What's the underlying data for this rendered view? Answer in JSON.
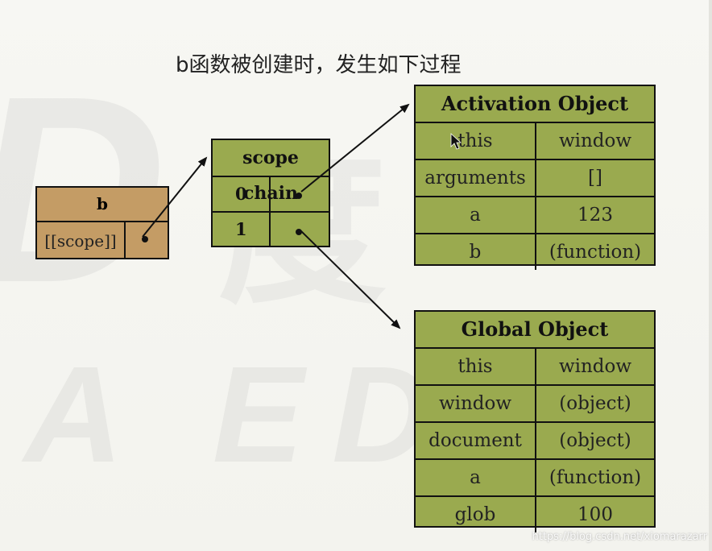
{
  "title": "b函数被创建时，发生如下过程",
  "function_box": {
    "name": "b",
    "scope_label": "[[scope]]"
  },
  "scope_chain": {
    "label": "scope chain",
    "rows": [
      "0",
      "1"
    ]
  },
  "activation_object": {
    "title": "Activation Object",
    "rows": [
      {
        "key": "this",
        "value": "window"
      },
      {
        "key": "arguments",
        "value": "[]"
      },
      {
        "key": "a",
        "value": "123"
      },
      {
        "key": "b",
        "value": "(function)"
      }
    ]
  },
  "global_object": {
    "title": "Global Object",
    "rows": [
      {
        "key": "this",
        "value": "window"
      },
      {
        "key": "window",
        "value": "(object)"
      },
      {
        "key": "document",
        "value": "(object)"
      },
      {
        "key": "a",
        "value": "(function)"
      },
      {
        "key": "glob",
        "value": "100"
      }
    ]
  },
  "watermark": {
    "letter": "D",
    "text": "A EDU",
    "chinese": "度一教"
  },
  "credit": "https://blog.csdn.net/xiomarazarr",
  "colors": {
    "object_fill": "#9aaa4f",
    "function_fill": "#c49c65",
    "line": "#111111"
  }
}
